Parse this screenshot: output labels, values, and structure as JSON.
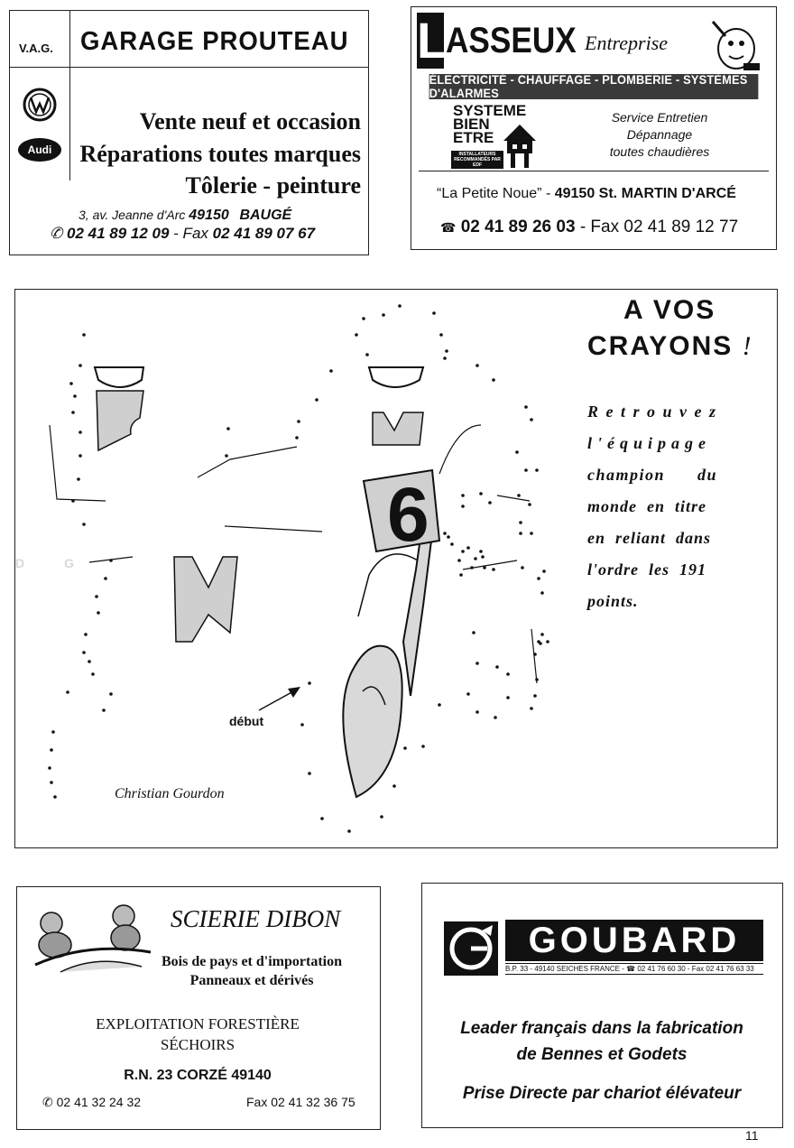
{
  "garage": {
    "vag": "V.A.G.",
    "name": "GARAGE PROUTEAU",
    "line1": "Vente neuf et occasion",
    "line2": "Réparations toutes marques",
    "line3": "Tôlerie - peinture",
    "address_street": "3, av. Jeanne d'Arc",
    "address_zip": "49150",
    "address_city": "BAUGÉ",
    "phone": "02 41 89 12 09",
    "fax_label": "- Fax",
    "fax": "02 41 89 07 67",
    "logo_audi": "Audi",
    "logo_vw": "VW"
  },
  "lasseux": {
    "initial": "L",
    "name": "ASSEUX",
    "entreprise": "Entreprise",
    "trades": "ÉLECTRICITÉ - CHAUFFAGE - PLOMBERIE - SYSTÈMES D'ALARMES",
    "systeme": "SYSTEME",
    "bien": "BIEN",
    "etre": "ETRE",
    "installateurs": "INSTALLATEURS RECOMMANDÉS PAR EDF",
    "service1": "Service Entretien",
    "service2": "Dépannage",
    "service3": "toutes chaudières",
    "address_place": "“La Petite Noue” -",
    "address_zip_city": "49150 St. MARTIN D'ARCÉ",
    "phone": "02 41 89 26 03",
    "fax_label": "- Fax",
    "fax": "02 41 89 12 77"
  },
  "puzzle": {
    "title1": "A VOS",
    "title2": "CRAYONS",
    "exclam": "!",
    "text_lines": [
      "R e t r o u v e z",
      "l'équipage",
      "champion      du",
      "monde  en  titre",
      "en  reliant  dans",
      "l'ordre  les  191",
      "points."
    ],
    "start_label": "début",
    "signature": "Christian Gourdon",
    "plate_number": "6",
    "watermark": "DG"
  },
  "scierie": {
    "name": "SCIERIE DIBON",
    "line1": "Bois de pays et d'importation",
    "line2": "Panneaux et dérivés",
    "line3": "EXPLOITATION FORESTIÈRE",
    "line4": "SÉCHOIRS",
    "address": "R.N. 23 CORZÉ 49140",
    "phone": "02 41 32 24 32",
    "fax": "Fax 02 41 32 36 75"
  },
  "goubard": {
    "logo_letter": "G",
    "name": "GOUBARD",
    "contact": "B.P. 33 - 49140 SEICHES FRANCE - ☎ 02 41 76 60 30 - Fax 02 41 76 63 33",
    "line1": "Leader français dans la fabrication",
    "line2": "de Bennes et Godets",
    "line3": "Prise Directe par chariot élévateur"
  },
  "page_number": "11"
}
